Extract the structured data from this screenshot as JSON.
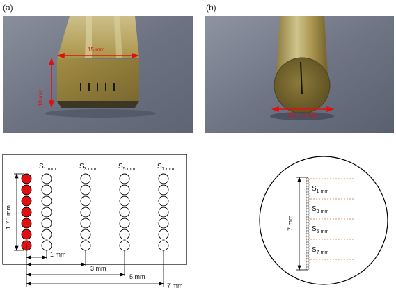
{
  "panels": [
    {
      "label": "(a)"
    },
    {
      "label": "(b)"
    }
  ],
  "photo_a": {
    "width_dim": "15 mm",
    "height_dim": "10 mm"
  },
  "photo_b": {
    "diameter_dim": "Dia. 10 mm"
  },
  "diagram_a": {
    "height_dim": "1.75 mm",
    "column_labels": [
      {
        "base": "S",
        "sub": "1 mm"
      },
      {
        "base": "S",
        "sub": "3 mm"
      },
      {
        "base": "S",
        "sub": "5 mm"
      },
      {
        "base": "S",
        "sub": "7 mm"
      }
    ],
    "distance_labels": [
      "1 mm",
      "3 mm",
      "5 mm",
      "7 mm"
    ],
    "circles_per_column": 7,
    "red_column_count": 1
  },
  "diagram_b": {
    "length_dim": "7 mm",
    "section_labels": [
      {
        "base": "S",
        "sub": "1 mm"
      },
      {
        "base": "S",
        "sub": "3 mm"
      },
      {
        "base": "S",
        "sub": "5 mm"
      },
      {
        "base": "S",
        "sub": "7 mm"
      }
    ]
  },
  "colors": {
    "dimension_red": "#e01010",
    "brass": "#a8924d",
    "background_photo": "#6f7585",
    "red_fill": "#e01010",
    "dotted_orange": "#d07030"
  }
}
